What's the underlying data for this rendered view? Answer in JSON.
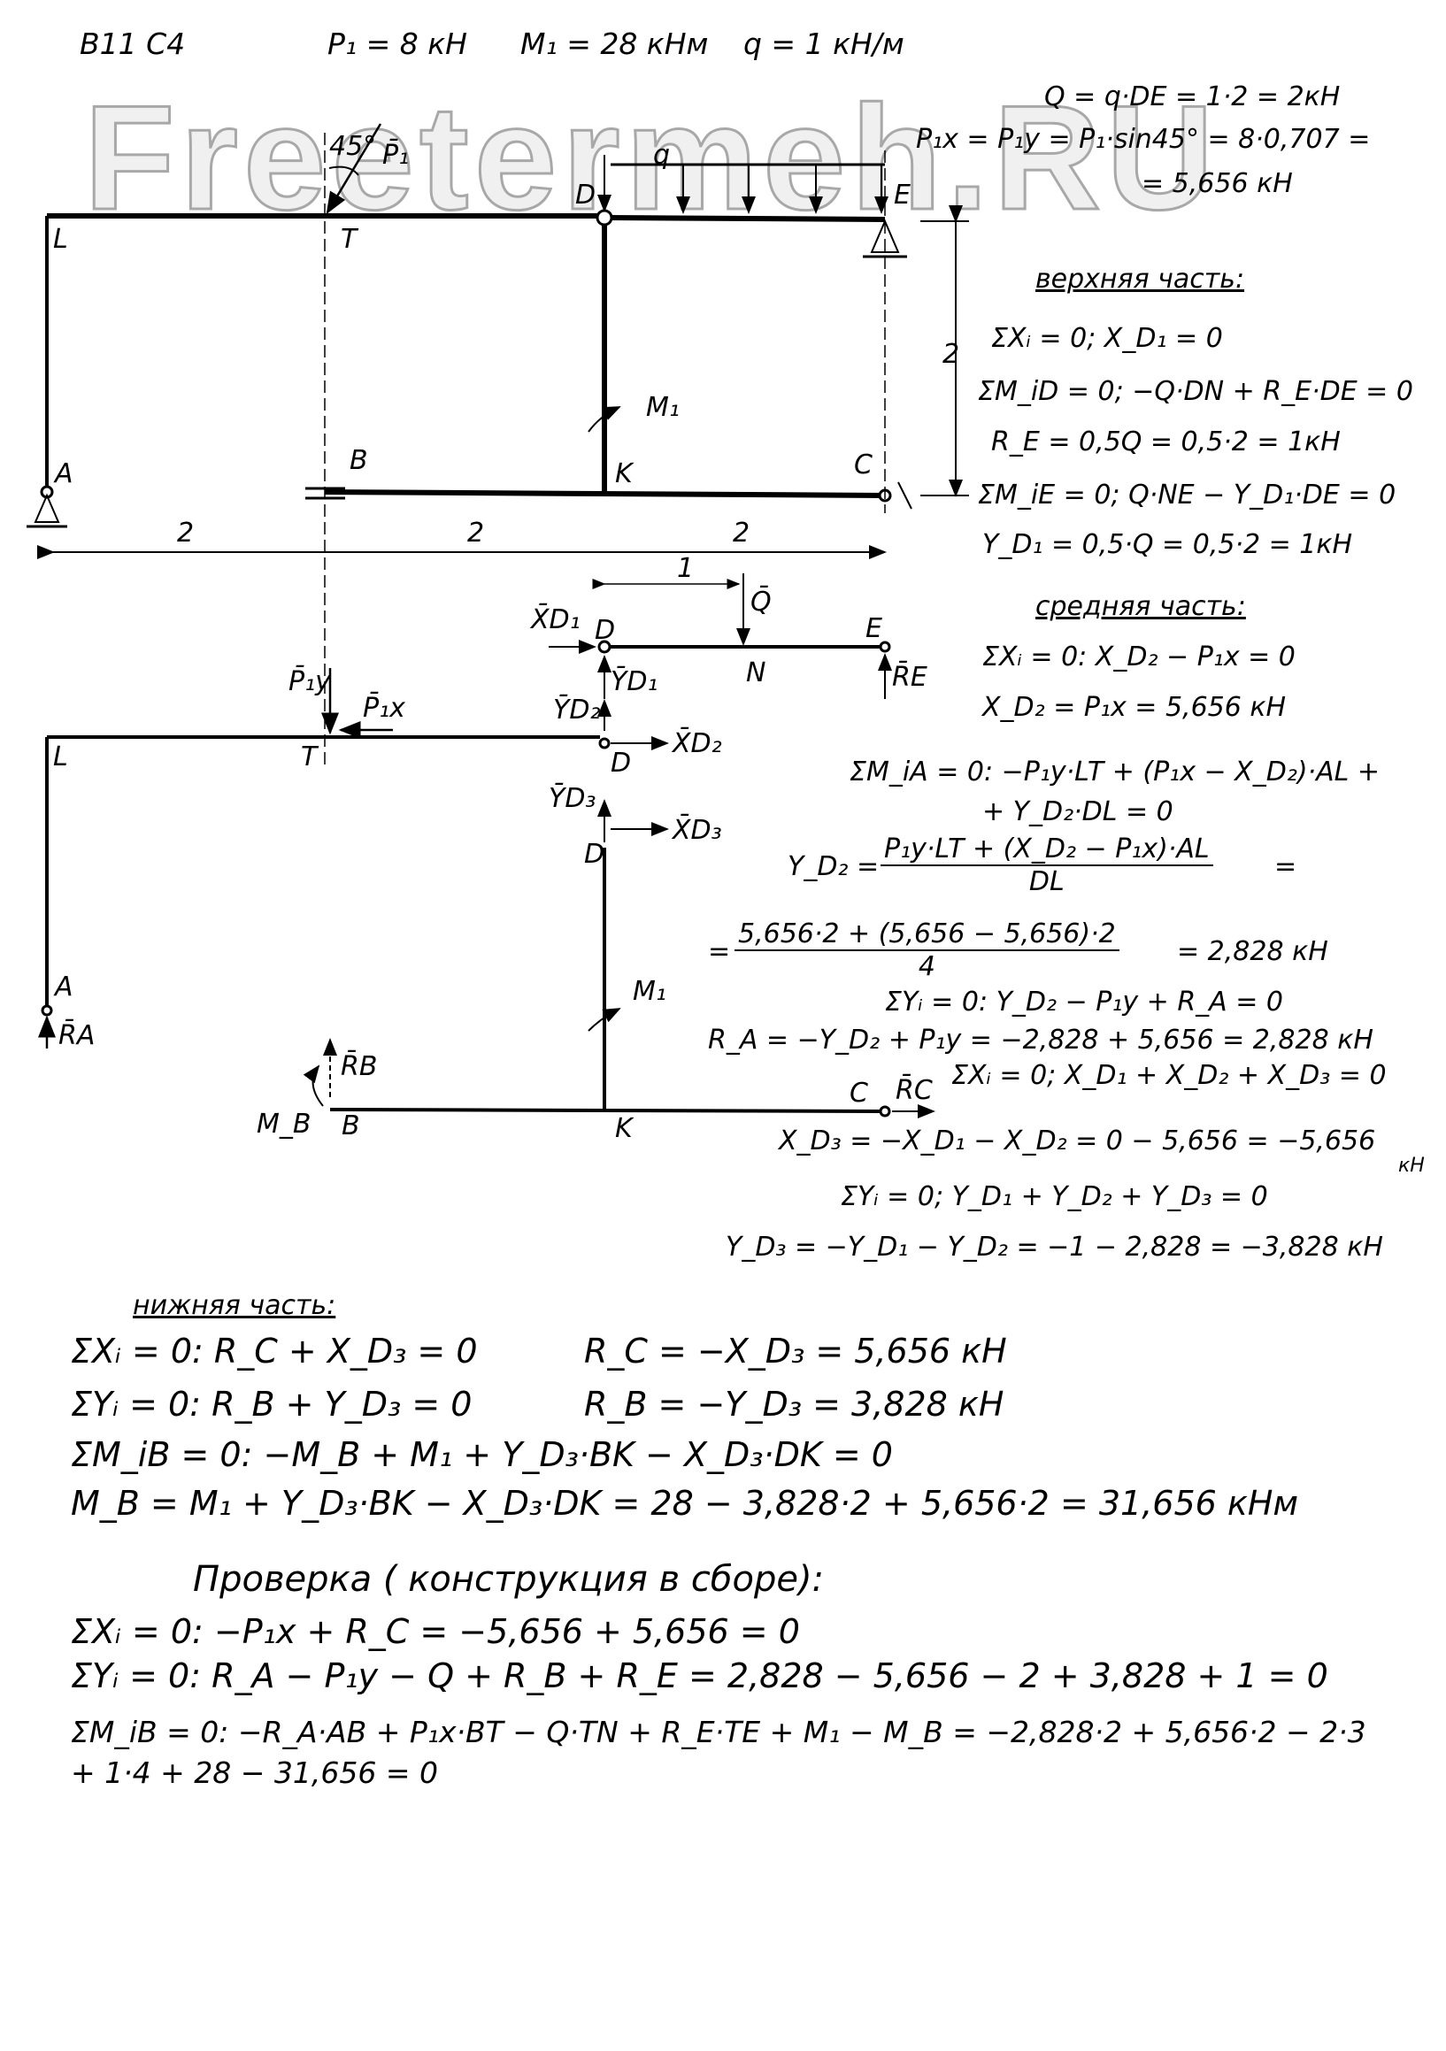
{
  "watermark": "Freetermeh.RU",
  "header": {
    "variant": "B11 C4",
    "p1": "P₁ = 8 кН",
    "m1": "M₁ = 28 кНм",
    "q": "q = 1 кН/м"
  },
  "diagram": {
    "labels": {
      "L": "L",
      "T": "T",
      "D": "D",
      "E": "E",
      "A": "A",
      "B": "B",
      "K": "K",
      "C": "C",
      "N": "N",
      "angle": "45°",
      "P1": "P̄₁",
      "q": "q",
      "M1": "M₁",
      "MB": "M_B",
      "P1y": "P̄₁y",
      "P1x": "P̄₁x",
      "XD1": "X̄D₁",
      "YD1": "ȲD₁",
      "XD2": "X̄D₂",
      "YD2": "ȲD₂",
      "XD3": "X̄D₃",
      "YD3": "ȲD₃",
      "Q": "Q̄",
      "RE": "R̄E",
      "RA": "R̄A",
      "RB": "R̄B",
      "RC": "R̄C"
    },
    "dims": {
      "d1": "2",
      "d2": "2",
      "d3": "2",
      "height": "2",
      "dn": "1"
    }
  },
  "right": {
    "q_eq": "Q = q·DE = 1·2 = 2кН",
    "p_eq": "P₁x = P₁y = P₁·sin45° = 8·0,707 =",
    "p_eq2": "= 5,656 кН",
    "upper_title": "верхняя часть:",
    "u1": "ΣXᵢ = 0;  X_D₁ = 0",
    "u2": "ΣM_iD = 0; −Q·DN + R_E·DE = 0",
    "u3": "R_E = 0,5Q = 0,5·2 = 1кН",
    "u4": "ΣM_iE = 0;  Q·NE − Y_D₁·DE = 0",
    "u5": "Y_D₁ = 0,5·Q = 0,5·2 = 1кН",
    "middle_title": "средняя часть:",
    "m1": "ΣXᵢ = 0:  X_D₂ − P₁x = 0",
    "m2": "X_D₂ = P₁x = 5,656 кН",
    "m3": "ΣM_iA = 0:  −P₁y·LT + (P₁x − X_D₂)·AL +",
    "m4": "+ Y_D₂·DL = 0",
    "m5_lhs": "Y_D₂ =",
    "m5_num": "P₁y·LT + (X_D₂ − P₁x)·AL",
    "m5_den": "DL",
    "m5_eq": "=",
    "m6_lhs": "=",
    "m6_num": "5,656·2 + (5,656 − 5,656)·2",
    "m6_den": "4",
    "m6_res": "= 2,828 кН",
    "m7": "ΣYᵢ = 0:  Y_D₂ − P₁y + R_A = 0",
    "m8": "R_A = −Y_D₂ + P₁y = −2,828 + 5,656 = 2,828 кН",
    "m9": "ΣXᵢ = 0;  X_D₁ + X_D₂ + X_D₃ = 0",
    "m10": "X_D₃ = −X_D₁ − X_D₂ = 0 − 5,656 = −5,656",
    "m10_unit": "кН",
    "m11": "ΣYᵢ = 0;  Y_D₁ + Y_D₂ + Y_D₃ = 0",
    "m12": "Y_D₃ = −Y_D₁ − Y_D₂ = −1 − 2,828 = −3,828 кН"
  },
  "bottom": {
    "lower_title": "нижняя часть:",
    "l1a": "ΣXᵢ = 0:  R_C + X_D₃ = 0",
    "l1b": "R_C = −X_D₃ = 5,656 кН",
    "l2a": "ΣYᵢ = 0:  R_B + Y_D₃ = 0",
    "l2b": "R_B = −Y_D₃ = 3,828 кН",
    "l3": "ΣM_iB = 0:   −M_B + M₁ + Y_D₃·BK − X_D₃·DK = 0",
    "l4": "M_B = M₁ + Y_D₃·BK − X_D₃·DK = 28 − 3,828·2 + 5,656·2 = 31,656 кНм",
    "check_title": "Проверка ( конструкция в сборе):",
    "c1": "ΣXᵢ = 0:   −P₁x + R_C = −5,656 + 5,656 = 0",
    "c2": "ΣYᵢ = 0:   R_A − P₁y − Q + R_B + R_E = 2,828 − 5,656 − 2 + 3,828 + 1 = 0",
    "c3": "ΣM_iB = 0:  −R_A·AB + P₁x·BT − Q·TN + R_E·TE + M₁ − M_B = −2,828·2 + 5,656·2 − 2·3 + 1·4 + 28 − 31,656 = 0"
  }
}
